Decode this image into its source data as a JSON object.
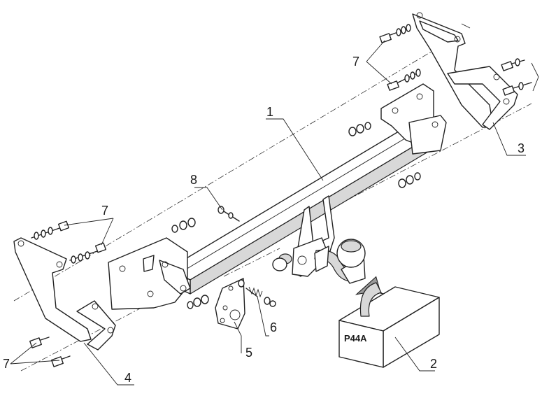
{
  "callouts": {
    "c1": "1",
    "c2": "2",
    "c3": "3",
    "c4": "4",
    "c5": "5",
    "c6": "6",
    "c7a": "7",
    "c7b": "7",
    "c7c": "7",
    "c8": "8"
  },
  "package_label": "P44A"
}
